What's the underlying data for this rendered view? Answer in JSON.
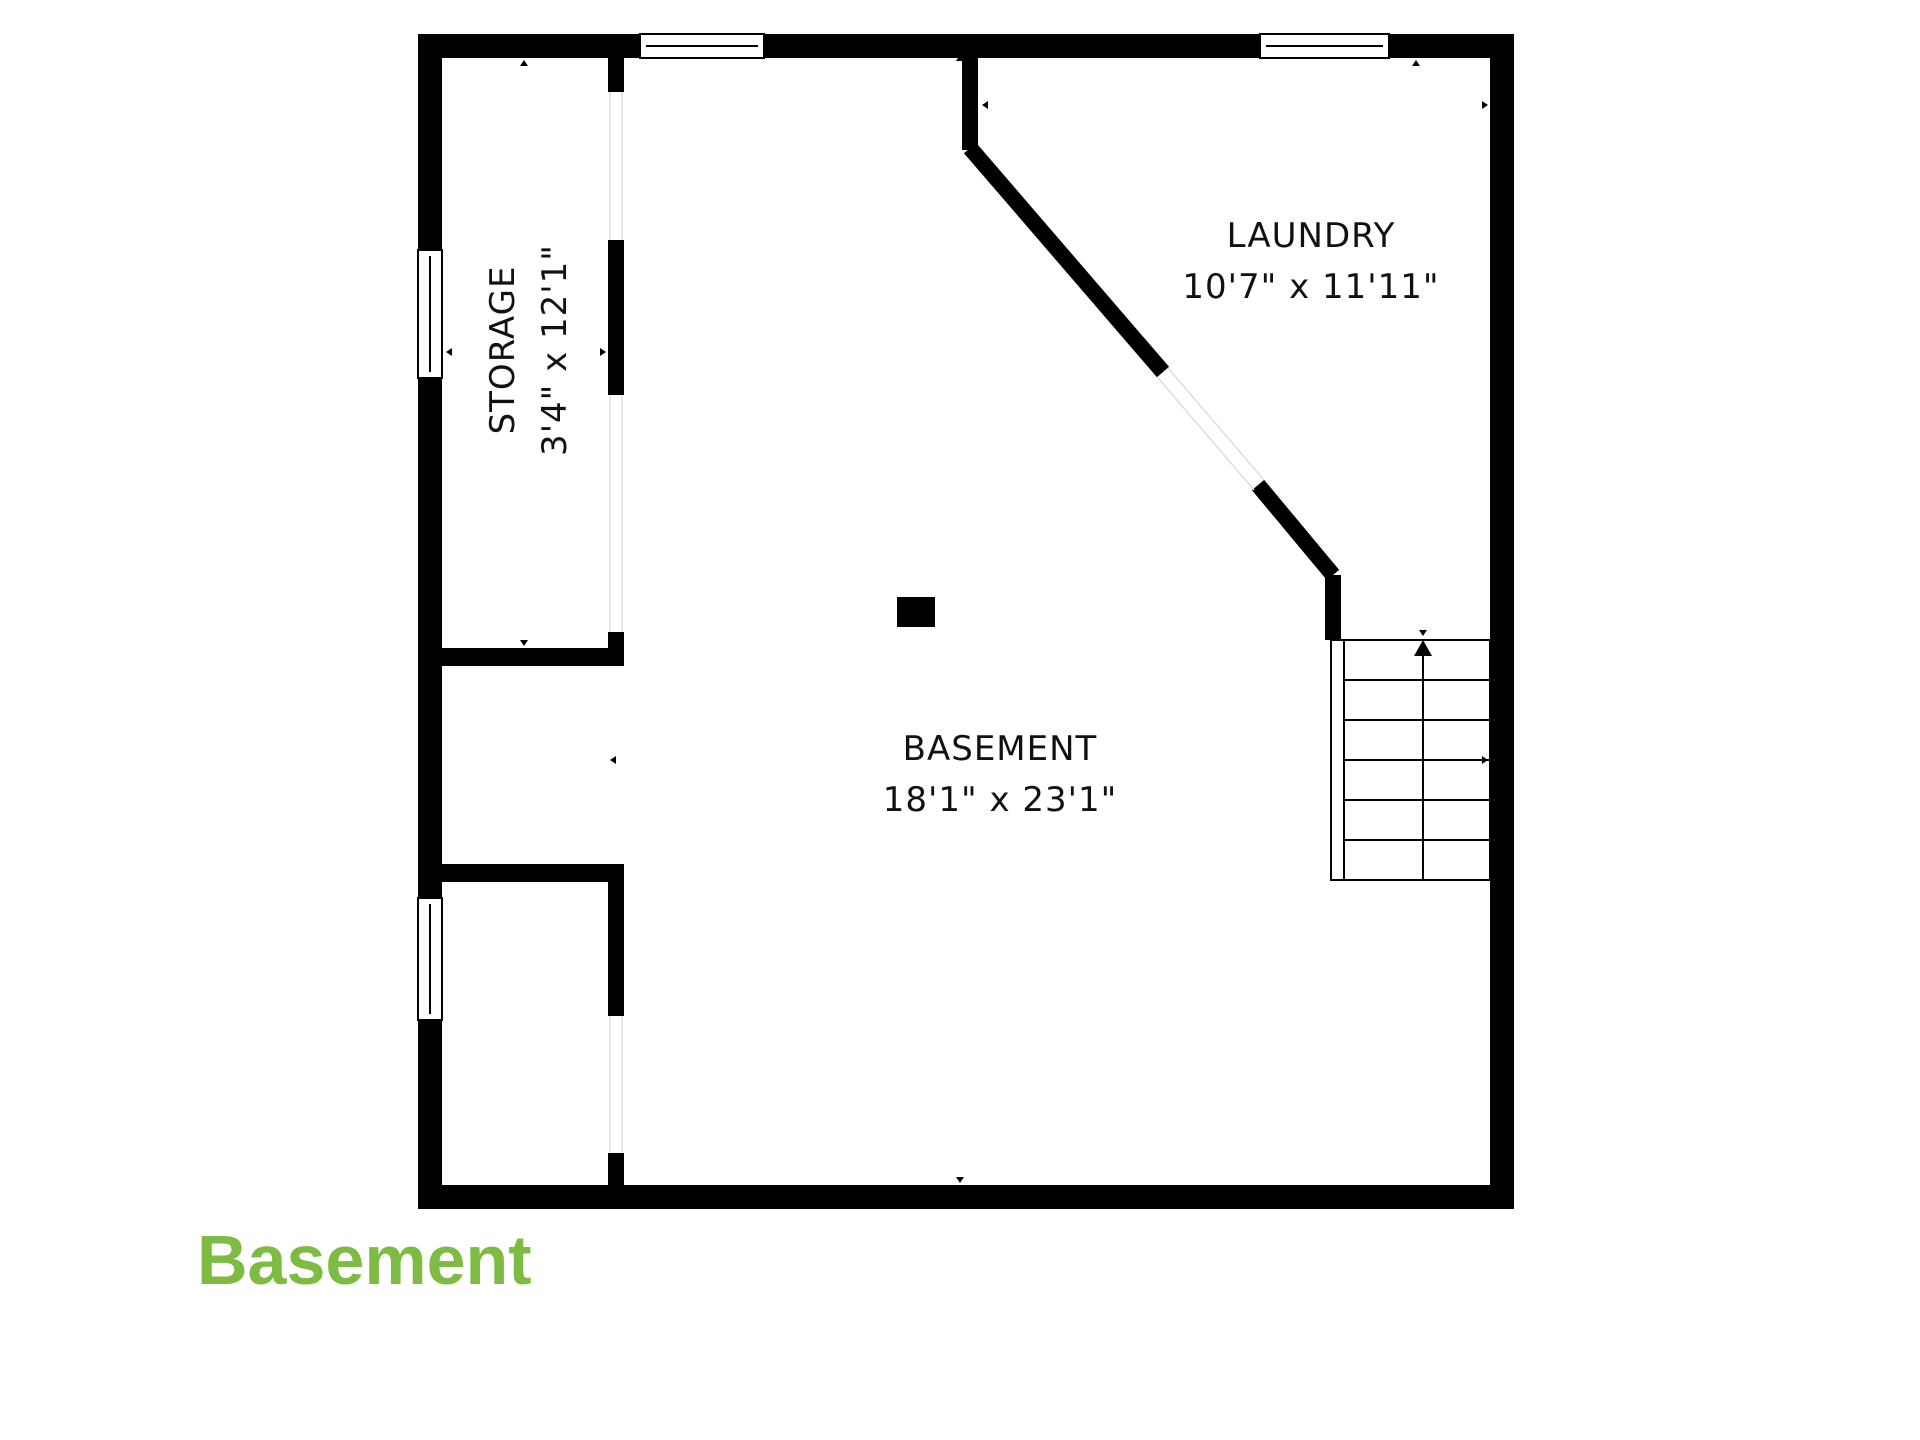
{
  "floor": {
    "title": "Basement"
  },
  "rooms": {
    "laundry": {
      "name": "LAUNDRY",
      "dimensions": "10'7\" x 11'11\""
    },
    "storage": {
      "name": "STORAGE",
      "dimensions": "3'4\" x 12'1\""
    },
    "basement": {
      "name": "BASEMENT",
      "dimensions": "18'1\" x 23'1\""
    }
  },
  "colors": {
    "wall": "#000000",
    "background": "#ffffff",
    "title": "#7dbb42"
  }
}
